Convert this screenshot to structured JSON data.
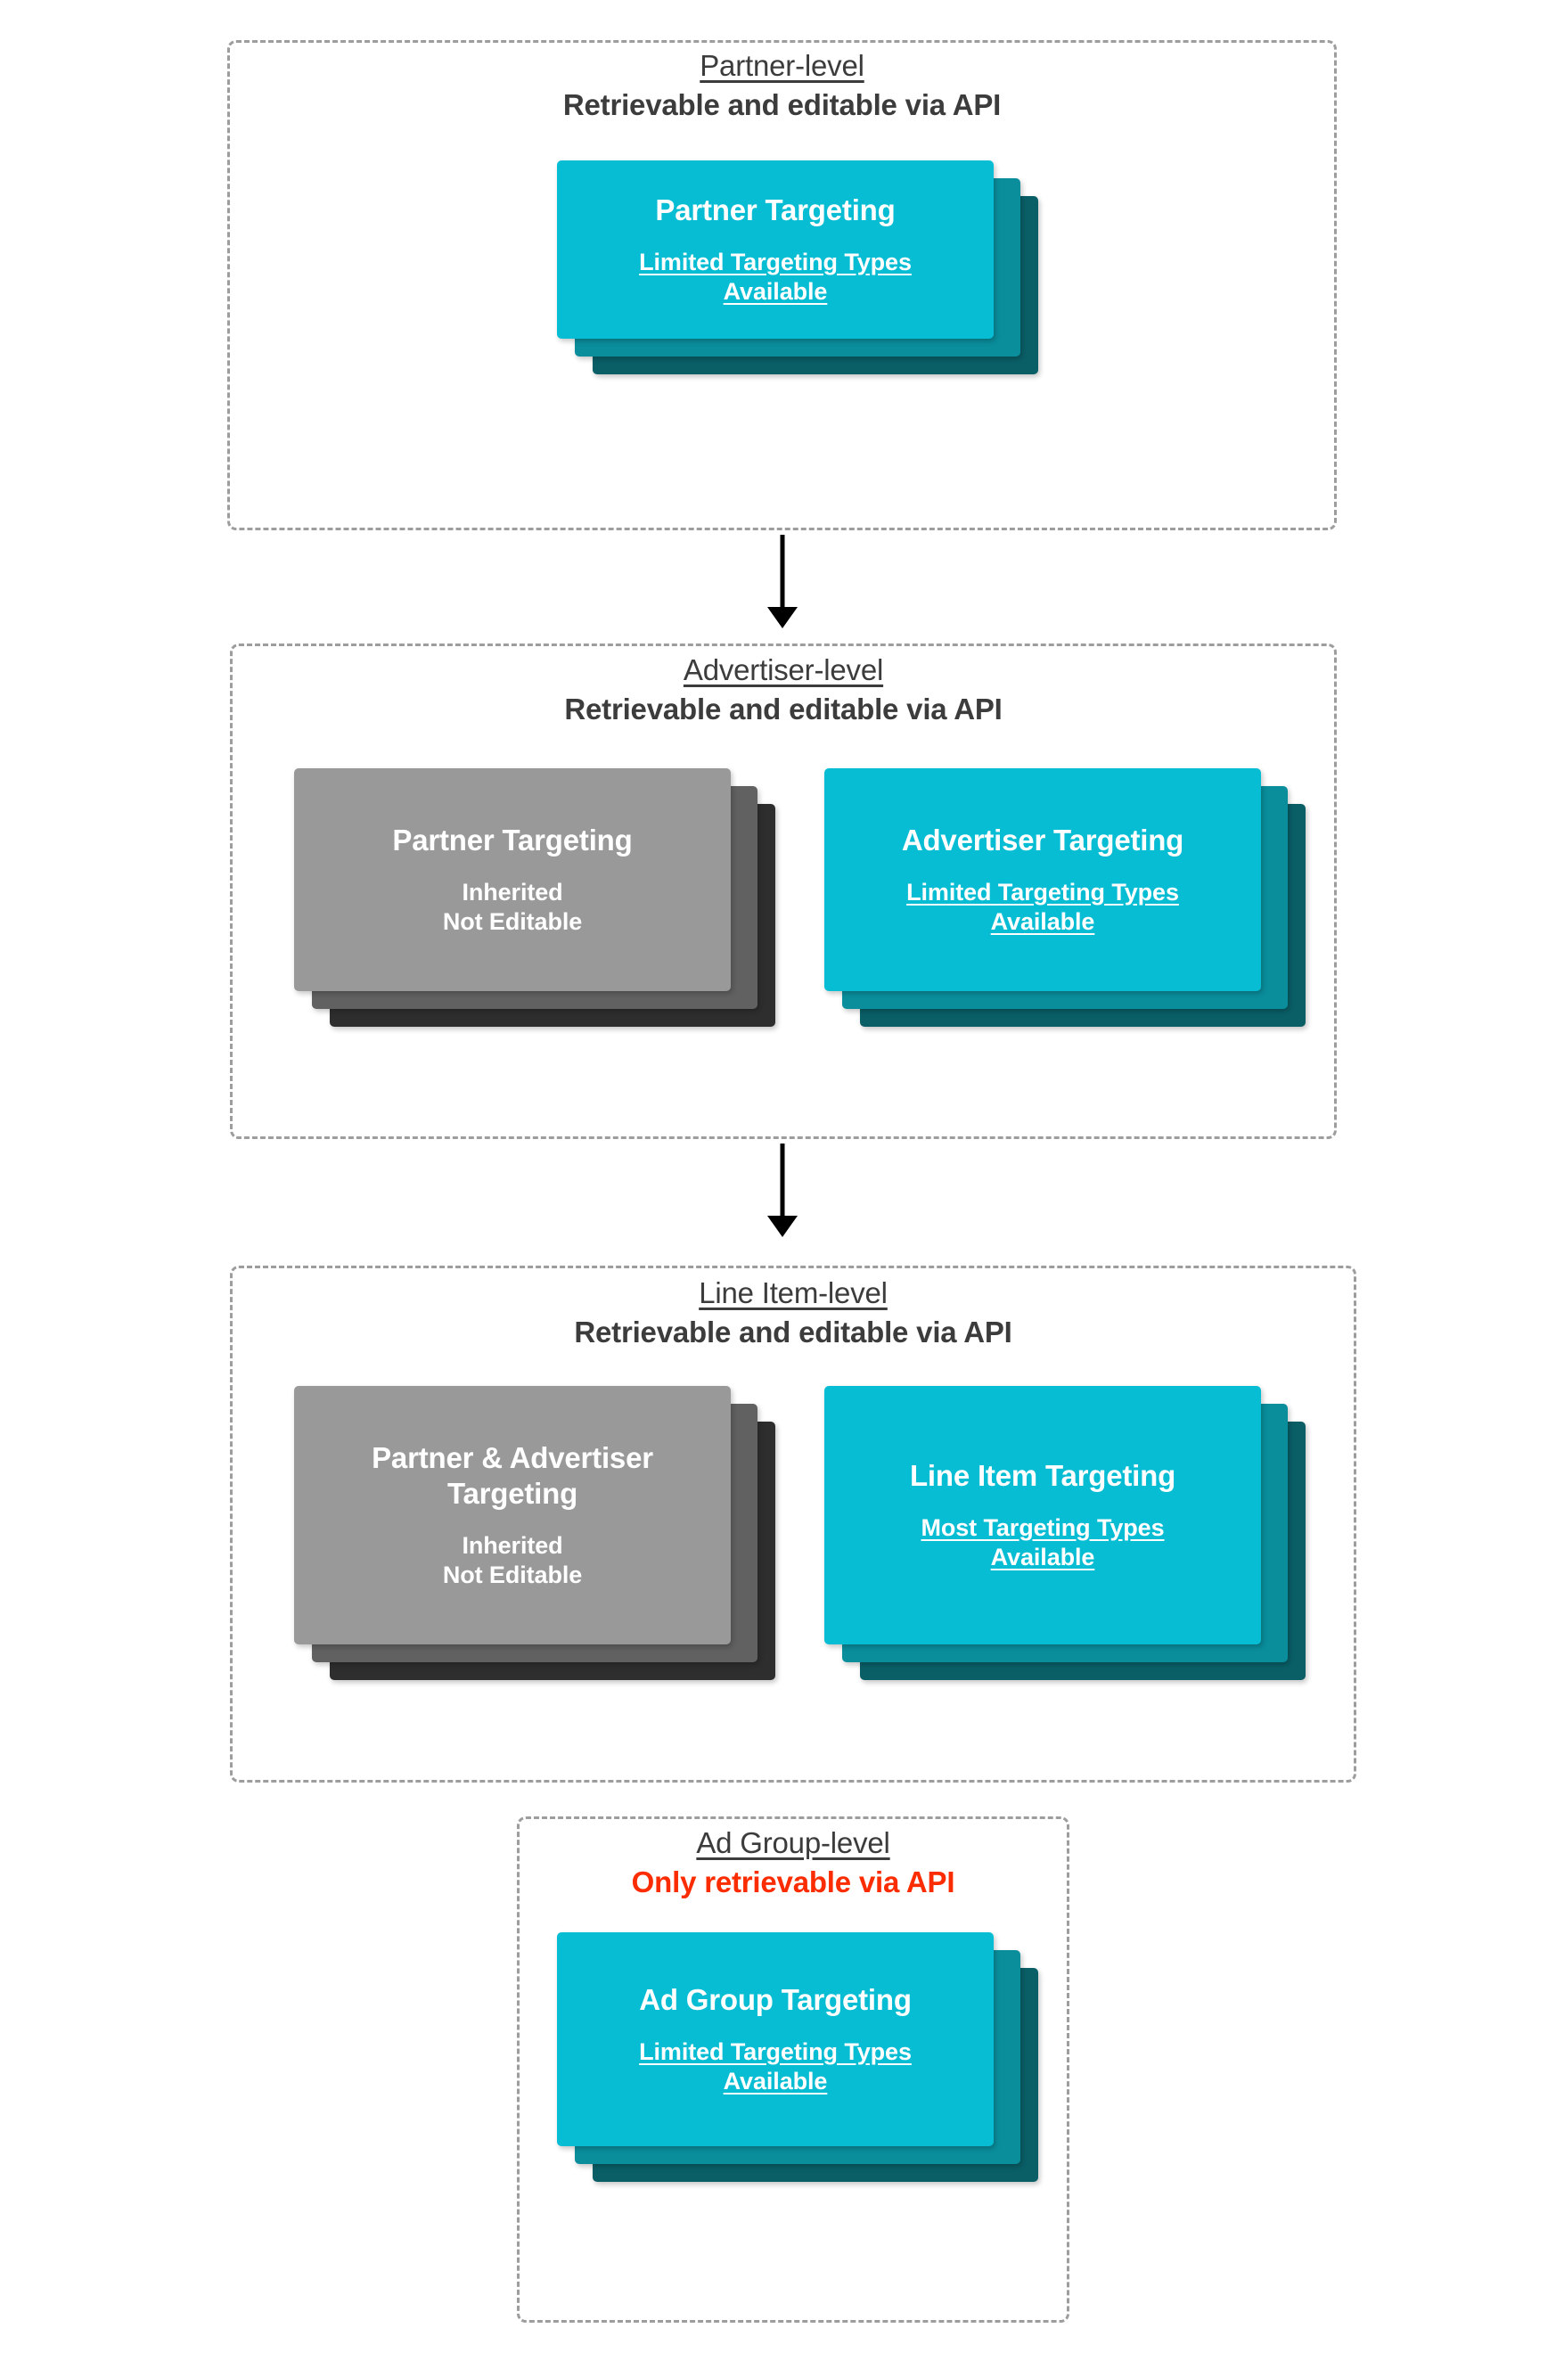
{
  "diagram": {
    "title_colors": {
      "header_text": "#3c3c3c",
      "warning_text": "#fb2c00",
      "cyan_front": "#06bdd4",
      "cyan_mid": "#0a8e9c",
      "cyan_back": "#0a5f67",
      "gray_front": "#999999",
      "gray_mid": "#616161",
      "gray_back": "#2e2e2e",
      "panel_border": "#9d9d9d",
      "arrow": "#000000",
      "card_text": "#ffffff"
    },
    "levels": [
      {
        "id": "partner",
        "level_label": "Partner-level",
        "api_label": "Retrievable and editable via API",
        "api_is_warning": false,
        "cards": [
          {
            "id": "partner-targeting",
            "theme": "cyan",
            "title": "Partner Targeting",
            "sub_line1": "Limited Targeting Types",
            "sub_line2": "Available",
            "sub_underlined": true
          }
        ]
      },
      {
        "id": "advertiser",
        "level_label": "Advertiser-level",
        "api_label": "Retrievable and editable via API",
        "api_is_warning": false,
        "cards": [
          {
            "id": "inherited-partner-targeting",
            "theme": "gray",
            "title": "Partner Targeting",
            "sub_line1": "Inherited",
            "sub_line2": "Not Editable",
            "sub_underlined": false
          },
          {
            "id": "advertiser-targeting",
            "theme": "cyan",
            "title": "Advertiser Targeting",
            "sub_line1": "Limited Targeting Types",
            "sub_line2": "Available",
            "sub_underlined": true
          }
        ]
      },
      {
        "id": "line-item",
        "level_label": "Line Item-level",
        "api_label": "Retrievable and editable via API",
        "api_is_warning": false,
        "cards": [
          {
            "id": "inherited-partner-advertiser-targeting",
            "theme": "gray",
            "title": "Partner & Advertiser Targeting",
            "sub_line1": "Inherited",
            "sub_line2": "Not Editable",
            "sub_underlined": false
          },
          {
            "id": "line-item-targeting",
            "theme": "cyan",
            "title": "Line Item Targeting",
            "sub_line1": "Most Targeting Types",
            "sub_line2": "Available",
            "sub_underlined": true
          }
        ]
      },
      {
        "id": "ad-group",
        "level_label": "Ad Group-level",
        "api_label": "Only retrievable via API",
        "api_is_warning": true,
        "cards": [
          {
            "id": "ad-group-targeting",
            "theme": "cyan",
            "title": "Ad Group Targeting",
            "sub_line1": "Limited Targeting Types",
            "sub_line2": "Available",
            "sub_underlined": true
          }
        ]
      }
    ],
    "connectors": [
      {
        "id": "partner-to-advertiser",
        "from": "partner",
        "to": "advertiser"
      },
      {
        "id": "advertiser-to-line-item",
        "from": "advertiser",
        "to": "line-item"
      }
    ]
  }
}
